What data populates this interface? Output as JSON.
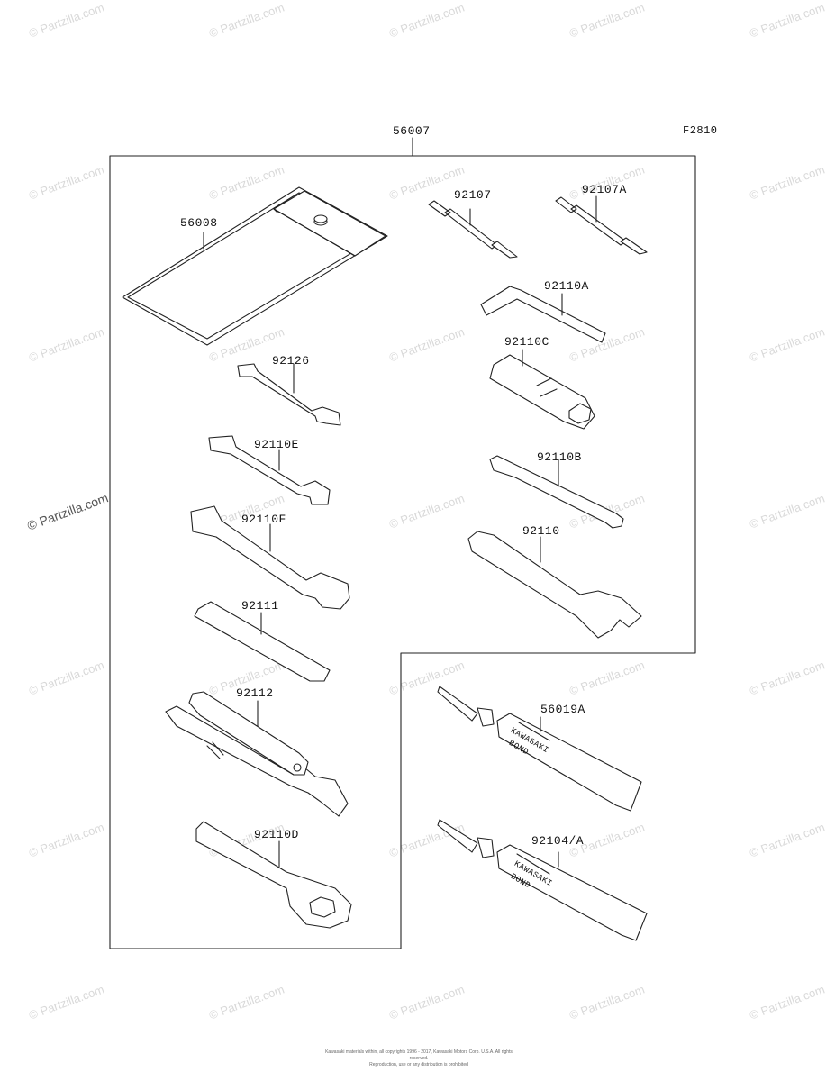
{
  "diagram": {
    "figure_code": "F2810",
    "kit_code": "56007",
    "parts": [
      {
        "id": "p-56008",
        "code": "56008"
      },
      {
        "id": "p-92107",
        "code": "92107"
      },
      {
        "id": "p-92107A",
        "code": "92107A"
      },
      {
        "id": "p-92110A",
        "code": "92110A"
      },
      {
        "id": "p-92126",
        "code": "92126"
      },
      {
        "id": "p-92110C",
        "code": "92110C"
      },
      {
        "id": "p-92110E",
        "code": "92110E"
      },
      {
        "id": "p-92110B",
        "code": "92110B"
      },
      {
        "id": "p-92110F",
        "code": "92110F"
      },
      {
        "id": "p-92110",
        "code": "92110"
      },
      {
        "id": "p-92111",
        "code": "92111"
      },
      {
        "id": "p-92112",
        "code": "92112"
      },
      {
        "id": "p-56019A",
        "code": "56019A"
      },
      {
        "id": "p-92110D",
        "code": "92110D"
      },
      {
        "id": "p-92104A",
        "code": "92104/A"
      }
    ],
    "tube_label_line1": "KAWASAKI",
    "tube_label_line2": "BOND"
  },
  "watermark": "© Partzilla.com",
  "footer": {
    "line1": "Kawasaki materials within, all copyrights 1996 - 2017, Kawasaki Motors Corp. U.S.A. All rights reserved.",
    "line2": "Reproduction, use or any distribution is prohibited"
  }
}
